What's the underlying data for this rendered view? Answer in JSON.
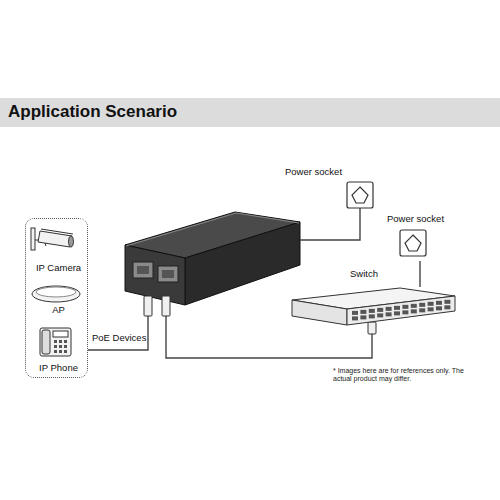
{
  "diagram": {
    "title": "Application Scenario",
    "nodes": [
      {
        "text": [
          "PoE Devices"
        ]
      },
      {
        "text": [
          "IP Camera"
        ],
        "in": 0
      },
      {
        "text": [
          "AP"
        ],
        "in": 0
      },
      {
        "text": [
          "IP Phone"
        ],
        "in": 0
      },
      {
        "text": [
          "Switch"
        ]
      },
      {
        "text": [
          "Power socket"
        ]
      },
      {
        "text": [
          "Power socket"
        ]
      }
    ],
    "edges": [
      {
        "from": 6,
        "to": 4,
        "arrow": "none"
      }
    ],
    "labels": [
      "* Images here are for references only. The actual product may differ."
    ]
  }
}
